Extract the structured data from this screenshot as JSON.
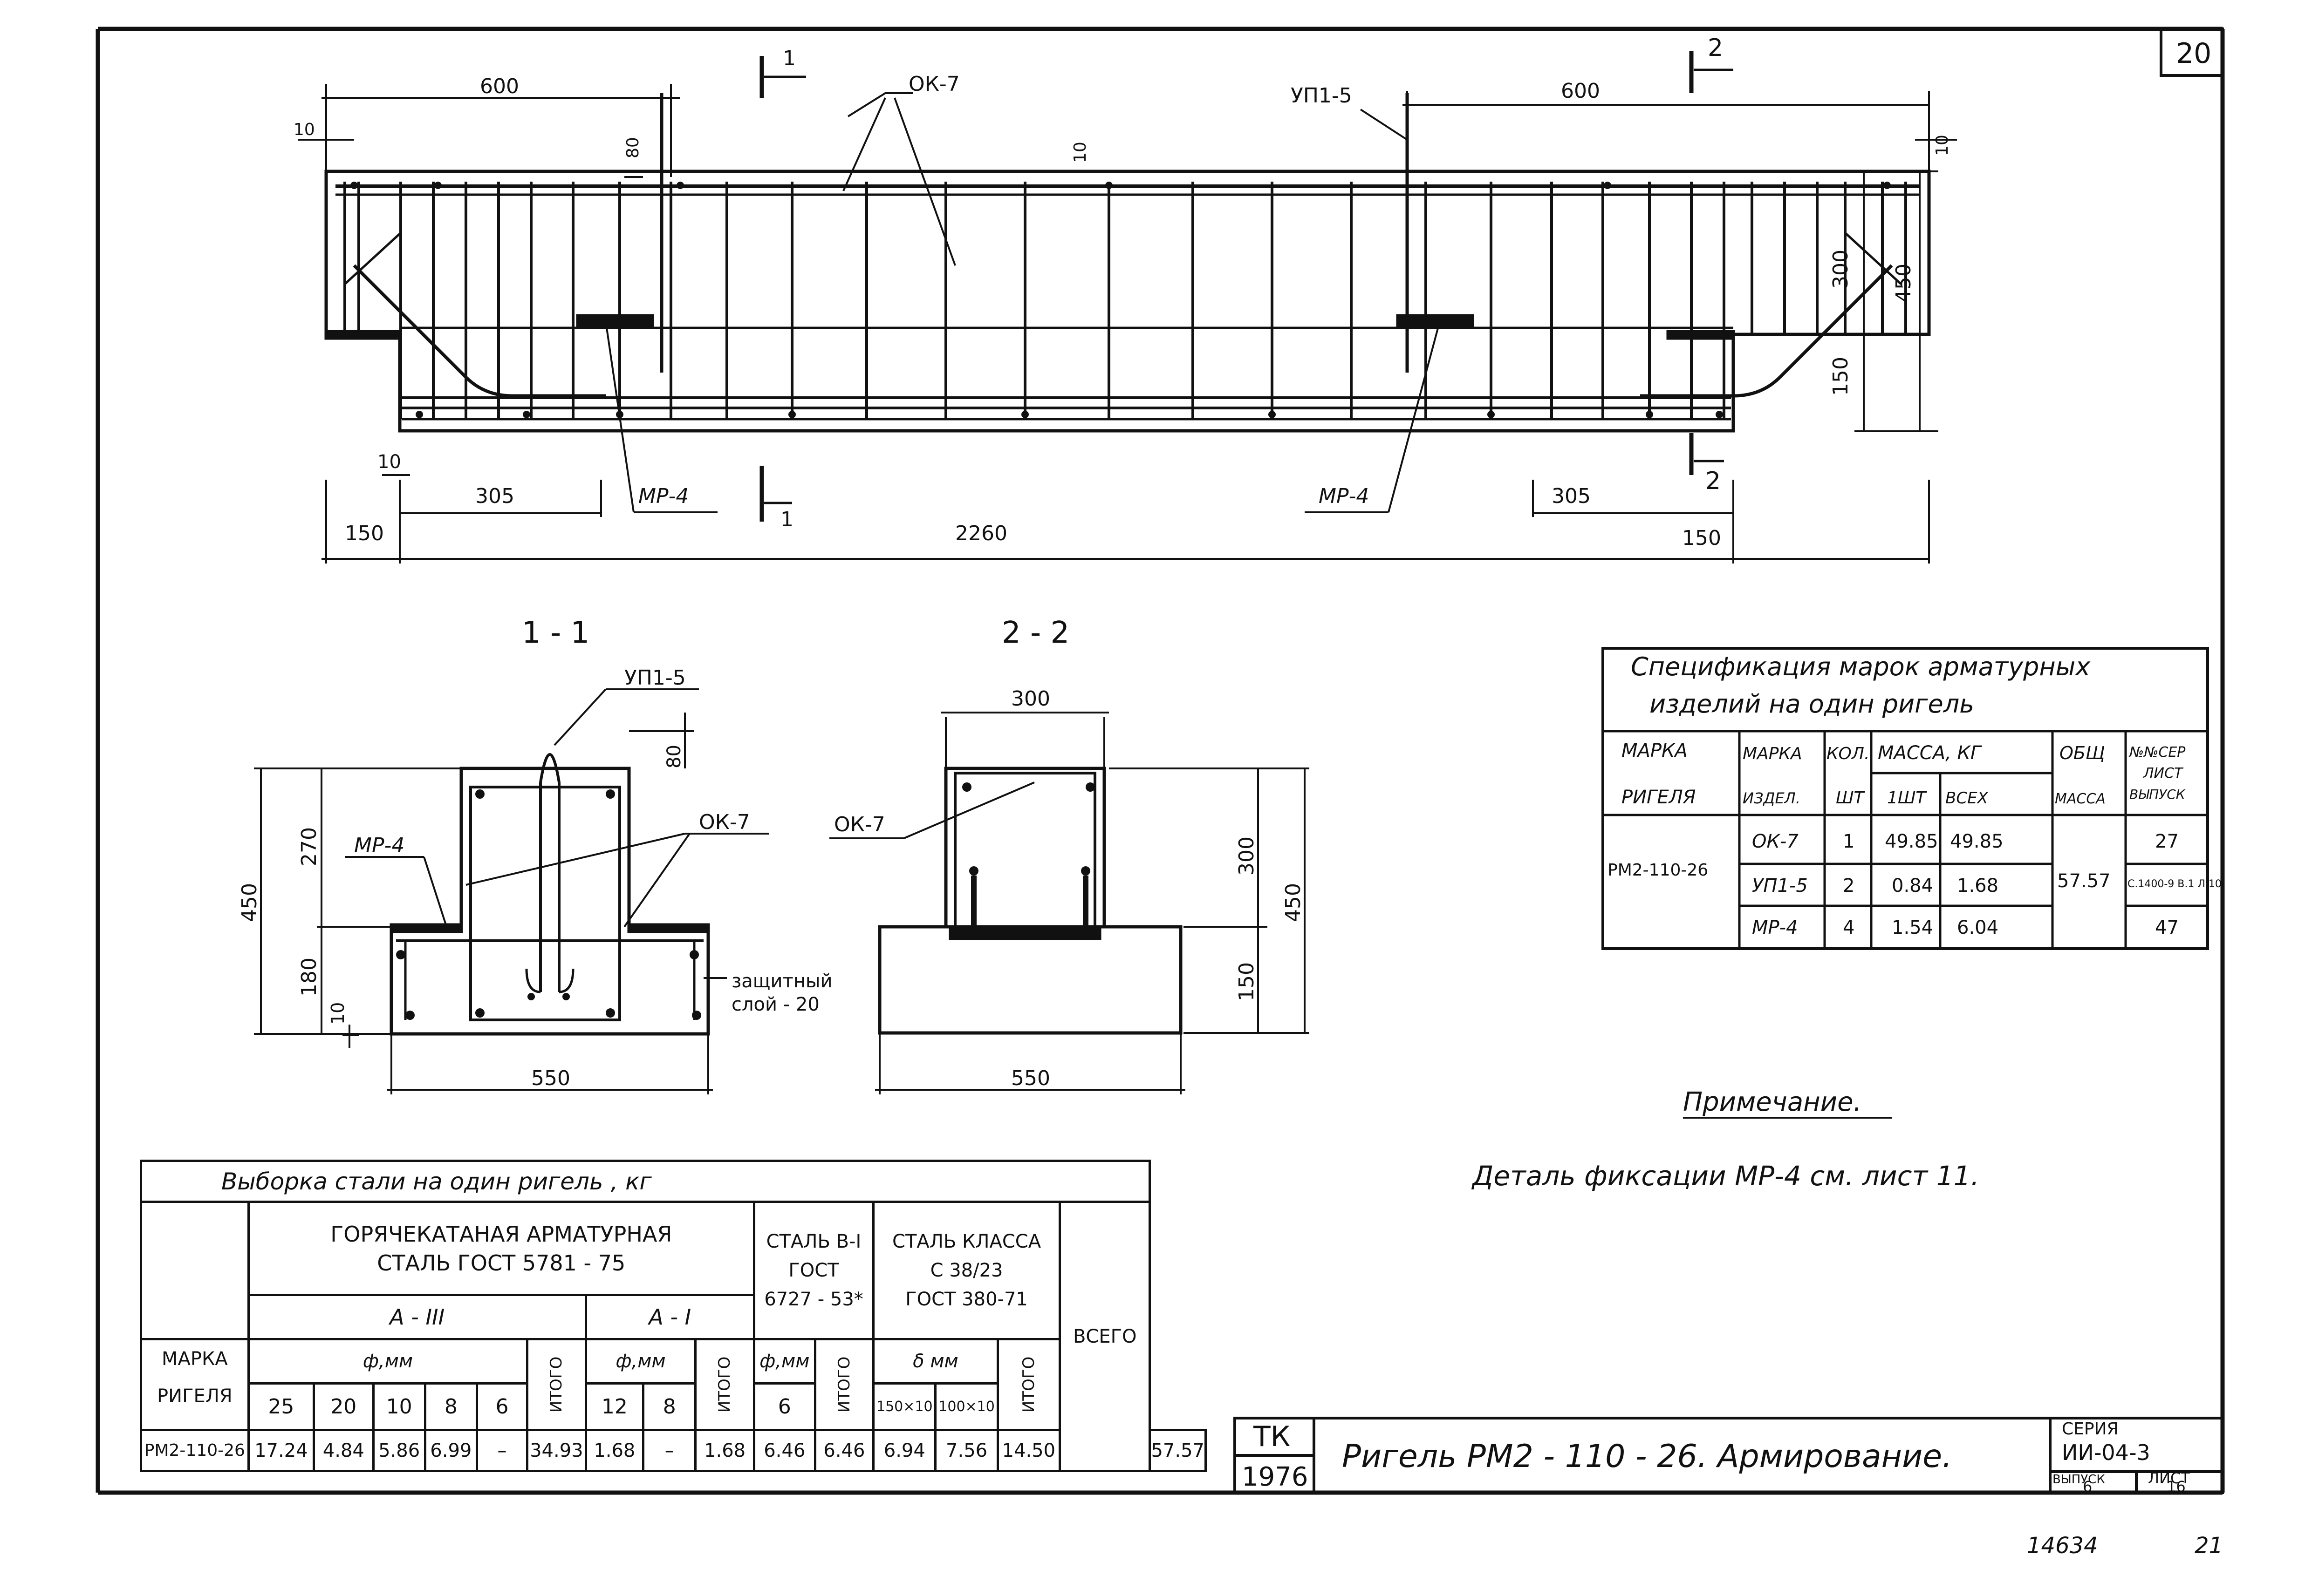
{
  "sheet": {
    "page_number": "20",
    "footer_number": "14634",
    "footer_page": "21"
  },
  "elevation": {
    "dim_600_left": "600",
    "dim_600_right": "600",
    "dim_10_top_left": "10",
    "dim_10_top_right": "10",
    "dim_80": "80",
    "dim_10_mid": "10",
    "dim_300": "300",
    "dim_450": "450",
    "dim_150_height": "150",
    "dim_10_bottom": "10",
    "dim_305_left": "305",
    "dim_305_right": "305",
    "dim_150_left": "150",
    "dim_150_right": "150",
    "dim_2260": "2260",
    "label_ok7": "ОК-7",
    "label_up1": "УП1-5",
    "label_mp4_left": "МР-4",
    "label_mp4_right": "МР-4",
    "cut1_top": "1",
    "cut1_bottom": "1",
    "cut2_top": "2",
    "cut2_bottom": "2"
  },
  "section1": {
    "title": "1 - 1",
    "label_up1": "УП1-5",
    "label_ok7": "ОК-7",
    "label_mp4": "МР-4",
    "dim_80": "80",
    "dim_450": "450",
    "dim_270": "270",
    "dim_180": "180",
    "dim_10": "10",
    "dim_550": "550",
    "cover_line1": "защитный",
    "cover_line2": "слой - 20"
  },
  "section2": {
    "title": "2 - 2",
    "label_ok7": "ОК-7",
    "dim_300_top": "300",
    "dim_300_side": "300",
    "dim_450": "450",
    "dim_150": "150",
    "dim_550": "550"
  },
  "spec": {
    "title_line1": "Спецификация марок арматурных",
    "title_line2": "изделий на один ригель",
    "h_mark1": "МАРКА",
    "h_mark2": "РИГЕЛЯ",
    "h_item1": "МАРКА",
    "h_item2": "ИЗДЕЛ.",
    "h_qty1": "КОЛ.",
    "h_qty2": "ШТ",
    "h_mass": "МАССА, КГ",
    "h_mass1": "1ШТ",
    "h_massall": "ВСЕХ",
    "h_total1": "ОБЩ",
    "h_total2": "МАССА",
    "h_ser1": "№№СЕР",
    "h_ser2": "ЛИСТ",
    "h_ser3": "ВЫПУСК",
    "rigel": "РМ2-110-26",
    "total": "57.57",
    "rows": [
      {
        "item": "ОК-7",
        "qty": "1",
        "m1": "49.85",
        "mall": "49.85",
        "ref": "27"
      },
      {
        "item": "УП1-5",
        "qty": "2",
        "m1": "0.84",
        "mall": "1.68",
        "ref": "С.1400-9 В.1 Л.10"
      },
      {
        "item": "МР-4",
        "qty": "4",
        "m1": "1.54",
        "mall": "6.04",
        "ref": "47"
      }
    ]
  },
  "note": {
    "title": "Примечание.",
    "text": "Деталь фиксации МР-4 см. лист 11."
  },
  "steel": {
    "title": "Выборка стали на один ригель , кг",
    "h_hot1": "ГОРЯЧЕКАТАНАЯ АРМАТУРНАЯ",
    "h_hot2": "СТАЛЬ ГОСТ 5781 - 75",
    "h_b1_1": "СТАЛЬ В-I",
    "h_b1_2": "ГОСТ",
    "h_b1_3": "6727 - 53*",
    "h_c_1": "СТАЛЬ КЛАССА",
    "h_c_2": "С 38/23",
    "h_c_3": "ГОСТ 380-71",
    "h_mark1": "МАРКА",
    "h_mark2": "РИГЕЛЯ",
    "h_a3": "А - III",
    "h_a1": "А - I",
    "h_dia": "ф,мм",
    "h_dia2": "ф,мм",
    "h_dia3": "ф,мм",
    "h_delta": "δ мм",
    "h_itogo": "ИТОГО",
    "h_total": "ВСЕГО",
    "sizes": [
      "25",
      "20",
      "10",
      "8",
      "6",
      "",
      "12",
      "8",
      "",
      "6",
      "",
      "150×10",
      "100×10",
      ""
    ],
    "row": [
      "РМ2-110-26",
      "17.24",
      "4.84",
      "5.86",
      "6.99",
      "–",
      "34.93",
      "1.68",
      "–",
      "1.68",
      "6.46",
      "6.46",
      "6.94",
      "7.56",
      "14.50",
      "57.57"
    ]
  },
  "titleblock": {
    "org": "ТК",
    "year": "1976",
    "title": "Ригель РМ2 - 110 - 26.  Армирование.",
    "series_label": "СЕРИЯ",
    "series": "ИИ-04-3",
    "issue_label": "ВЫПУСК",
    "issue": "6",
    "sheet_label": "ЛИСТ",
    "sheet": "16"
  }
}
